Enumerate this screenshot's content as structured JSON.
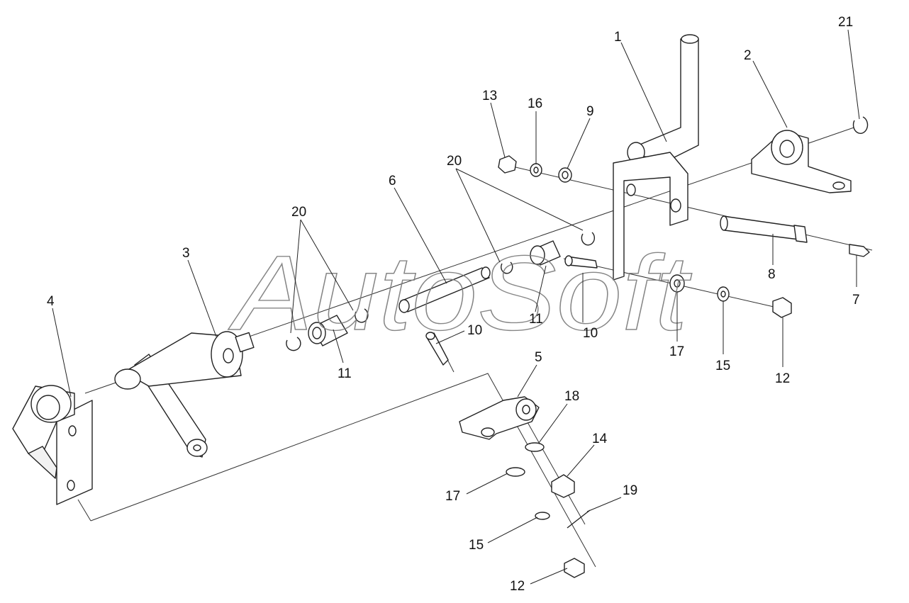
{
  "watermark": "AutoSoft",
  "callouts": [
    {
      "id": "c1",
      "label": "1"
    },
    {
      "id": "c2",
      "label": "2"
    },
    {
      "id": "c21",
      "label": "21"
    },
    {
      "id": "c13",
      "label": "13"
    },
    {
      "id": "c16",
      "label": "16"
    },
    {
      "id": "c9",
      "label": "9"
    },
    {
      "id": "c20a",
      "label": "20"
    },
    {
      "id": "c20b",
      "label": "20"
    },
    {
      "id": "c6",
      "label": "6"
    },
    {
      "id": "c3",
      "label": "3"
    },
    {
      "id": "c4",
      "label": "4"
    },
    {
      "id": "c11a",
      "label": "11"
    },
    {
      "id": "c11b",
      "label": "11"
    },
    {
      "id": "c10a",
      "label": "10"
    },
    {
      "id": "c10b",
      "label": "10"
    },
    {
      "id": "c8",
      "label": "8"
    },
    {
      "id": "c7",
      "label": "7"
    },
    {
      "id": "c17a",
      "label": "17"
    },
    {
      "id": "c15a",
      "label": "15"
    },
    {
      "id": "c12a",
      "label": "12"
    },
    {
      "id": "c5",
      "label": "5"
    },
    {
      "id": "c18",
      "label": "18"
    },
    {
      "id": "c14",
      "label": "14"
    },
    {
      "id": "c19",
      "label": "19"
    },
    {
      "id": "c17b",
      "label": "17"
    },
    {
      "id": "c15b",
      "label": "15"
    },
    {
      "id": "c12b",
      "label": "12"
    }
  ]
}
